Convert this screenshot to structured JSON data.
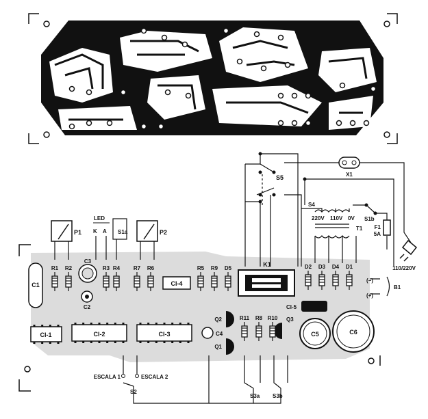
{
  "components": {
    "ci": [
      "CI-1",
      "CI-2",
      "CI-3",
      "CI-4",
      "CI-5"
    ],
    "resistors_left": [
      "R1",
      "R2",
      "R3",
      "R4",
      "R7",
      "R6"
    ],
    "resistors_mid": [
      "R5",
      "R9",
      "D5"
    ],
    "resistors_lower": [
      "R11",
      "R8",
      "R10"
    ],
    "diodes_right": [
      "D2",
      "D3",
      "D4",
      "D1"
    ],
    "caps": [
      "C1",
      "C2",
      "C3",
      "C4",
      "C5",
      "C6"
    ],
    "transistors": [
      "Q1",
      "Q2",
      "Q3"
    ],
    "pots": [
      "P1",
      "P2"
    ]
  },
  "labels": {
    "led": "LED",
    "led_k": "K",
    "led_a": "A",
    "s1a": "S1a",
    "s1b": "S1b",
    "s2": "S2",
    "s3a": "S3a",
    "s3b": "S3b",
    "s4": "S4",
    "s5": "S5",
    "k1": "K1",
    "x1": "X1",
    "t1": "T1",
    "f1": "F1",
    "f1_rating": "5A",
    "v220": "220V",
    "v110": "110V",
    "v0": "0V",
    "mains": "110/220V",
    "neg": "(−)",
    "pos": "(+)",
    "b1": "B1",
    "escala1": "ESCALA 1",
    "escala2": "ESCALA 2"
  },
  "colors": {
    "ink": "#111111",
    "board_shade": "#dcdcdc",
    "paper": "#ffffff"
  }
}
